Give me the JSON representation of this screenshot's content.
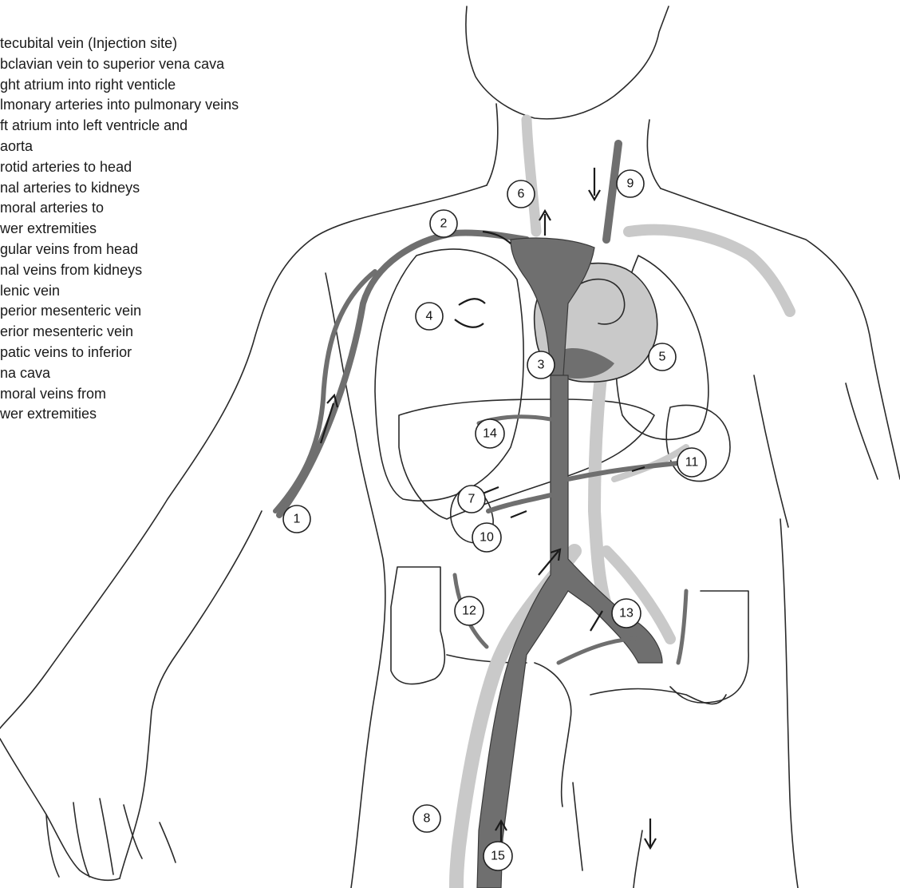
{
  "legend": {
    "lines": [
      "tecubital vein (Injection site)",
      "bclavian vein to superior vena cava",
      "ght atrium into right venticle",
      "lmonary arteries into pulmonary veins",
      "ft atrium into left ventricle and",
      "aorta",
      "rotid arteries to head",
      "nal arteries to kidneys",
      "moral arteries to",
      "wer extremities",
      "gular veins from head",
      "nal veins from kidneys",
      "lenic vein",
      "perior mesenteric vein",
      "erior mesenteric vein",
      "patic veins to inferior",
      "na cava",
      "moral veins from",
      "wer extremities"
    ]
  },
  "callouts": [
    "1",
    "2",
    "3",
    "4",
    "5",
    "6",
    "7",
    "8",
    "9",
    "10",
    "11",
    "12",
    "13",
    "14",
    "15"
  ],
  "colors": {
    "vein_dark": "#6f6f6f",
    "artery_light": "#c9c9c9",
    "outline": "#2a2a2a"
  }
}
